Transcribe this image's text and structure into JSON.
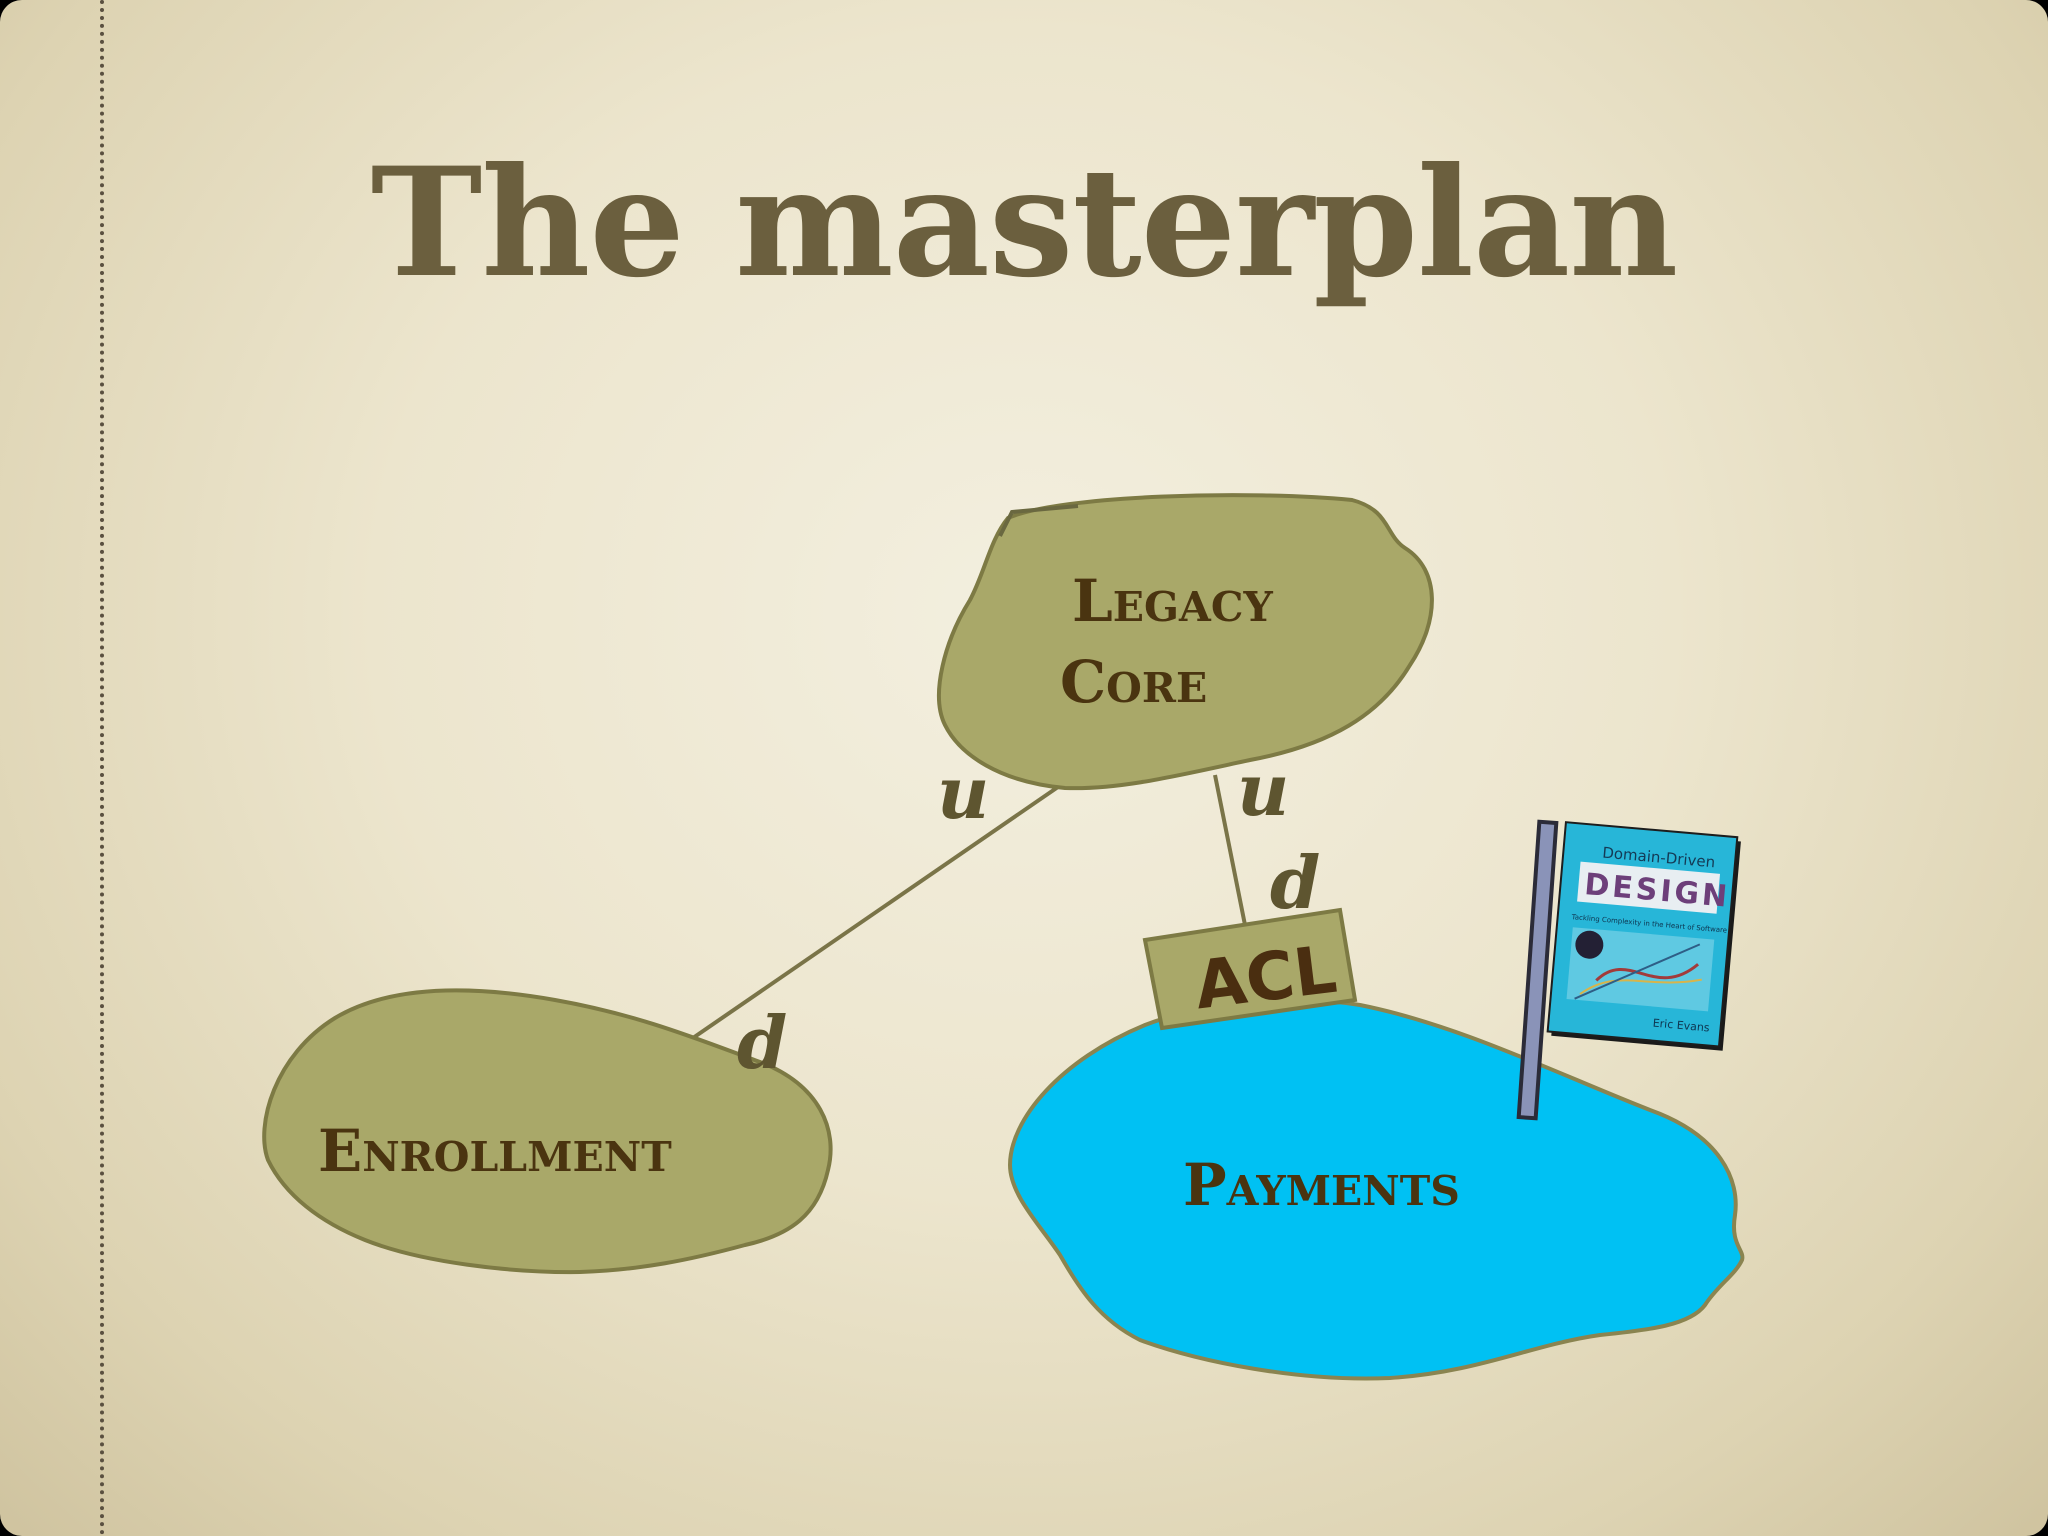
{
  "slide": {
    "title": "The masterplan"
  },
  "contexts": {
    "legacy_core_line1": "Legacy",
    "legacy_core_line2": "Core",
    "enrollment": "Enrollment",
    "payments": "Payments"
  },
  "relationships": {
    "core_enrollment_upstream": "u",
    "core_enrollment_downstream": "d",
    "core_payments_upstream": "u",
    "core_payments_downstream": "d"
  },
  "acl": {
    "label": "ACL"
  },
  "flag_book": {
    "subtitle_top": "Domain-Driven",
    "title": "DESIGN",
    "tagline": "Tackling Complexity in the Heart of Software",
    "author": "Eric Evans"
  },
  "colors": {
    "context_fill": "#a9a869",
    "context_stroke": "#7d7a44",
    "payments_fill": "#00c1f3",
    "acl_fill": "#a9a869",
    "title_color": "#6b5f3e",
    "label_color": "#4a3410"
  }
}
